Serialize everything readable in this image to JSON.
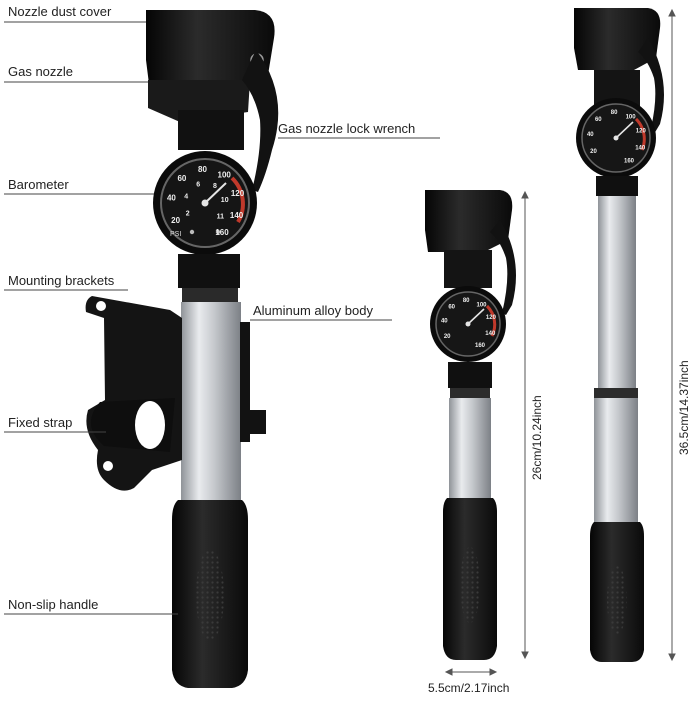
{
  "labels": {
    "nozzle_dust_cover": "Nozzle dust cover",
    "gas_nozzle": "Gas nozzle",
    "gas_nozzle_lock_wrench": "Gas nozzle lock wrench",
    "barometer": "Barometer",
    "mounting_brackets": "Mounting brackets",
    "aluminum_alloy_body": "Aluminum alloy body",
    "fixed_strap": "Fixed strap",
    "non_slip_handle": "Non-slip handle"
  },
  "dimensions": {
    "width": "5.5cm/2.17inch",
    "short_length": "26cm/10.24inch",
    "extended_length": "36.5cm/14.37inch"
  },
  "gauge": {
    "outer_scale": [
      "20",
      "40",
      "60",
      "80",
      "100",
      "120",
      "140",
      "160"
    ],
    "inner_scale": [
      "2",
      "4",
      "6",
      "8",
      "10",
      "11"
    ],
    "unit": "PSI"
  },
  "colors": {
    "pump_black": "#151515",
    "aluminum": "#c9ccd0",
    "gauge_red": "#c0392b",
    "line": "#444444"
  }
}
